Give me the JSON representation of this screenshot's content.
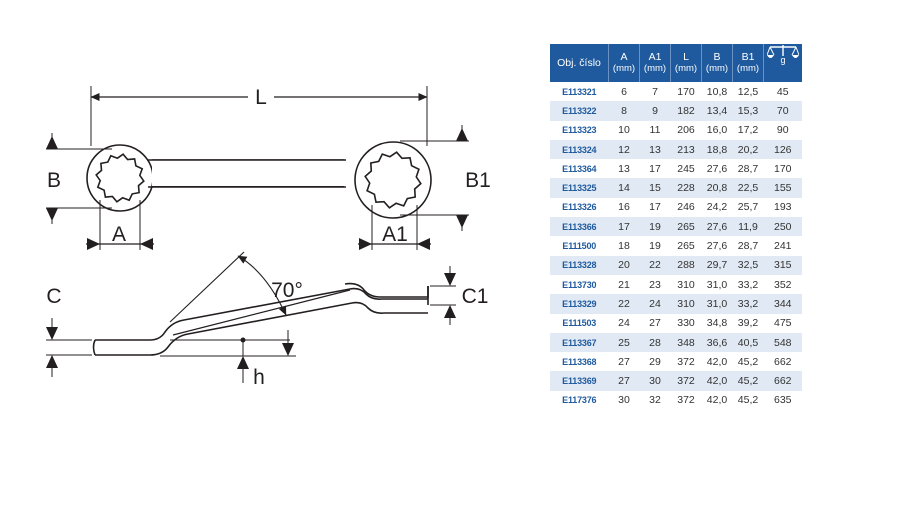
{
  "drawing": {
    "labels": {
      "L": "L",
      "B": "B",
      "B1": "B1",
      "A": "A",
      "A1": "A1",
      "C": "C",
      "C1": "C1",
      "angle": "70°",
      "h": "h"
    }
  },
  "table": {
    "headers": [
      {
        "label": "Obj. číslo",
        "unit": ""
      },
      {
        "label": "A",
        "unit": "(mm)"
      },
      {
        "label": "A1",
        "unit": "(mm)"
      },
      {
        "label": "L",
        "unit": "(mm)"
      },
      {
        "label": "B",
        "unit": "(mm)"
      },
      {
        "label": "B1",
        "unit": "(mm)"
      },
      {
        "label": "",
        "unit": "g",
        "icon": "scale-icon"
      }
    ],
    "rows": [
      [
        "E113321",
        "6",
        "7",
        "170",
        "10,8",
        "12,5",
        "45"
      ],
      [
        "E113322",
        "8",
        "9",
        "182",
        "13,4",
        "15,3",
        "70"
      ],
      [
        "E113323",
        "10",
        "11",
        "206",
        "16,0",
        "17,2",
        "90"
      ],
      [
        "E113324",
        "12",
        "13",
        "213",
        "18,8",
        "20,2",
        "126"
      ],
      [
        "E113364",
        "13",
        "17",
        "245",
        "27,6",
        "28,7",
        "170"
      ],
      [
        "E113325",
        "14",
        "15",
        "228",
        "20,8",
        "22,5",
        "155"
      ],
      [
        "E113326",
        "16",
        "17",
        "246",
        "24,2",
        "25,7",
        "193"
      ],
      [
        "E113366",
        "17",
        "19",
        "265",
        "27,6",
        "11,9",
        "250"
      ],
      [
        "E111500",
        "18",
        "19",
        "265",
        "27,6",
        "28,7",
        "241"
      ],
      [
        "E113328",
        "20",
        "22",
        "288",
        "29,7",
        "32,5",
        "315"
      ],
      [
        "E113730",
        "21",
        "23",
        "310",
        "31,0",
        "33,2",
        "352"
      ],
      [
        "E113329",
        "22",
        "24",
        "310",
        "31,0",
        "33,2",
        "344"
      ],
      [
        "E111503",
        "24",
        "27",
        "330",
        "34,8",
        "39,2",
        "475"
      ],
      [
        "E113367",
        "25",
        "28",
        "348",
        "36,6",
        "40,5",
        "548"
      ],
      [
        "E113368",
        "27",
        "29",
        "372",
        "42,0",
        "45,2",
        "662"
      ],
      [
        "E113369",
        "27",
        "30",
        "372",
        "42,0",
        "45,2",
        "662"
      ],
      [
        "E117376",
        "30",
        "32",
        "372",
        "42,0",
        "45,2",
        "635"
      ]
    ]
  },
  "colors": {
    "header_bg": "#1f5a9e",
    "alt_row": "#e1e9f4",
    "code_text": "#1f5a9e",
    "line": "#231f20"
  }
}
